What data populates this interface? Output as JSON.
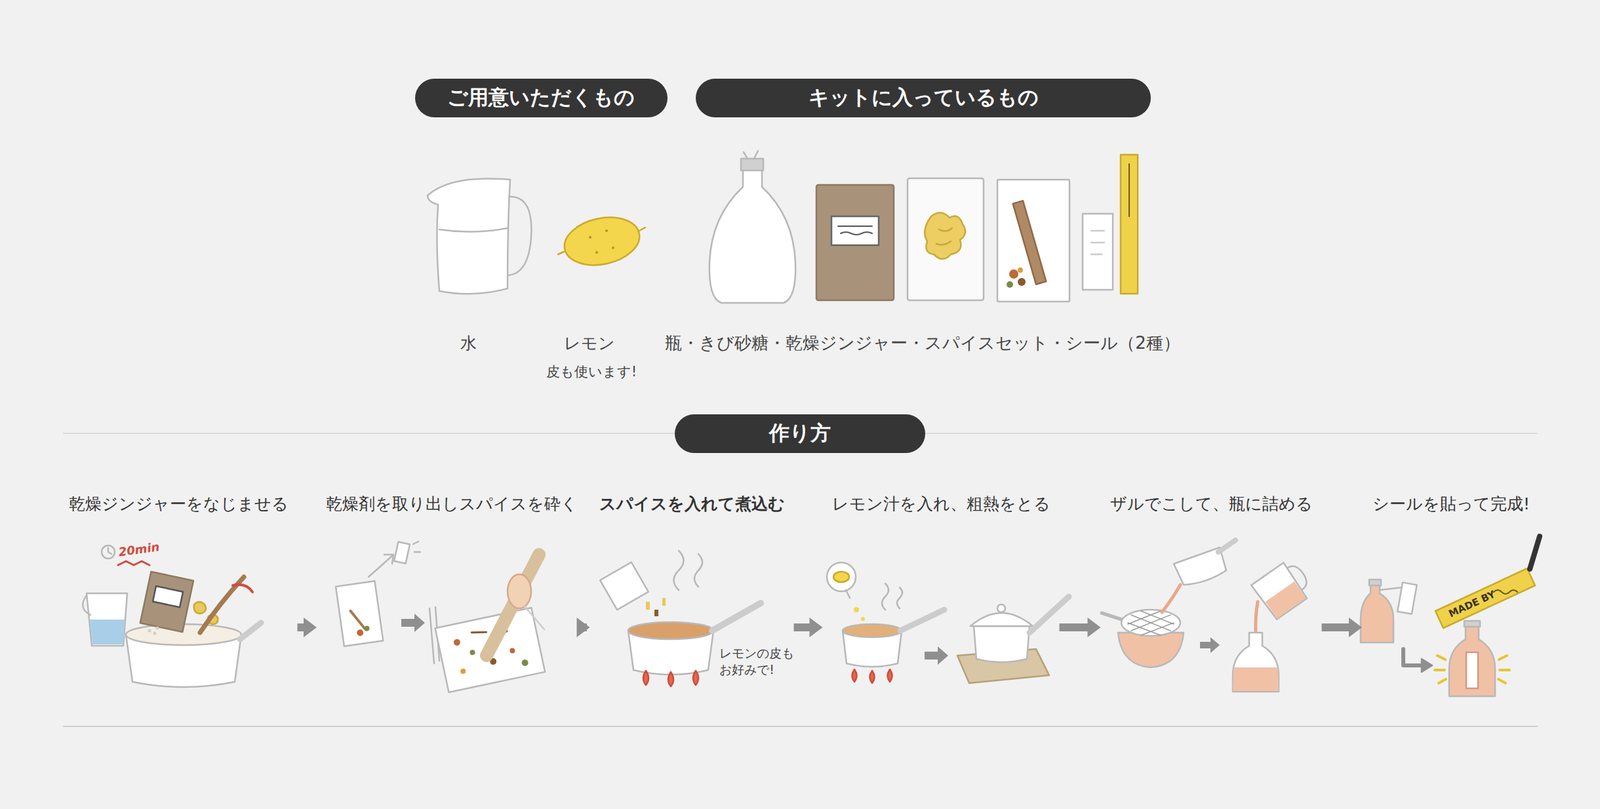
{
  "diagram": {
    "nodes": [
      {
        "text": [
          "ご用意いただくもの"
        ]
      },
      {
        "text": [
          "キットに入っているもの"
        ]
      },
      {
        "text": [
          "作り方"
        ]
      },
      {
        "text": [
          "乾燥ジンジャーをなじませる"
        ]
      },
      {
        "text": [
          "乾燥剤を取り出しスパイスを砕く"
        ]
      },
      {
        "text": [
          "スパイスを入れて煮込む"
        ]
      },
      {
        "text": [
          "レモン汁を入れ、粗熱をとる"
        ]
      },
      {
        "text": [
          "ザルでこして、瓶に詰める"
        ]
      },
      {
        "text": [
          "シールを貼って完成!"
        ]
      }
    ],
    "edges": [
      {
        "from": 3,
        "to": 4,
        "arrow": "to"
      },
      {
        "from": 4,
        "to": 5,
        "arrow": "to"
      },
      {
        "from": 5,
        "to": 6,
        "arrow": "to"
      },
      {
        "from": 6,
        "to": 7,
        "arrow": "to"
      },
      {
        "from": 7,
        "to": 8,
        "arrow": "to"
      }
    ],
    "labels": [
      "水",
      "レモン",
      "皮も使います!",
      "瓶・きび砂糖・乾燥ジンジャー・スパイスセット・シール（2種）",
      "20min",
      "レモンの皮も お好みで!",
      "MADE BY"
    ]
  }
}
